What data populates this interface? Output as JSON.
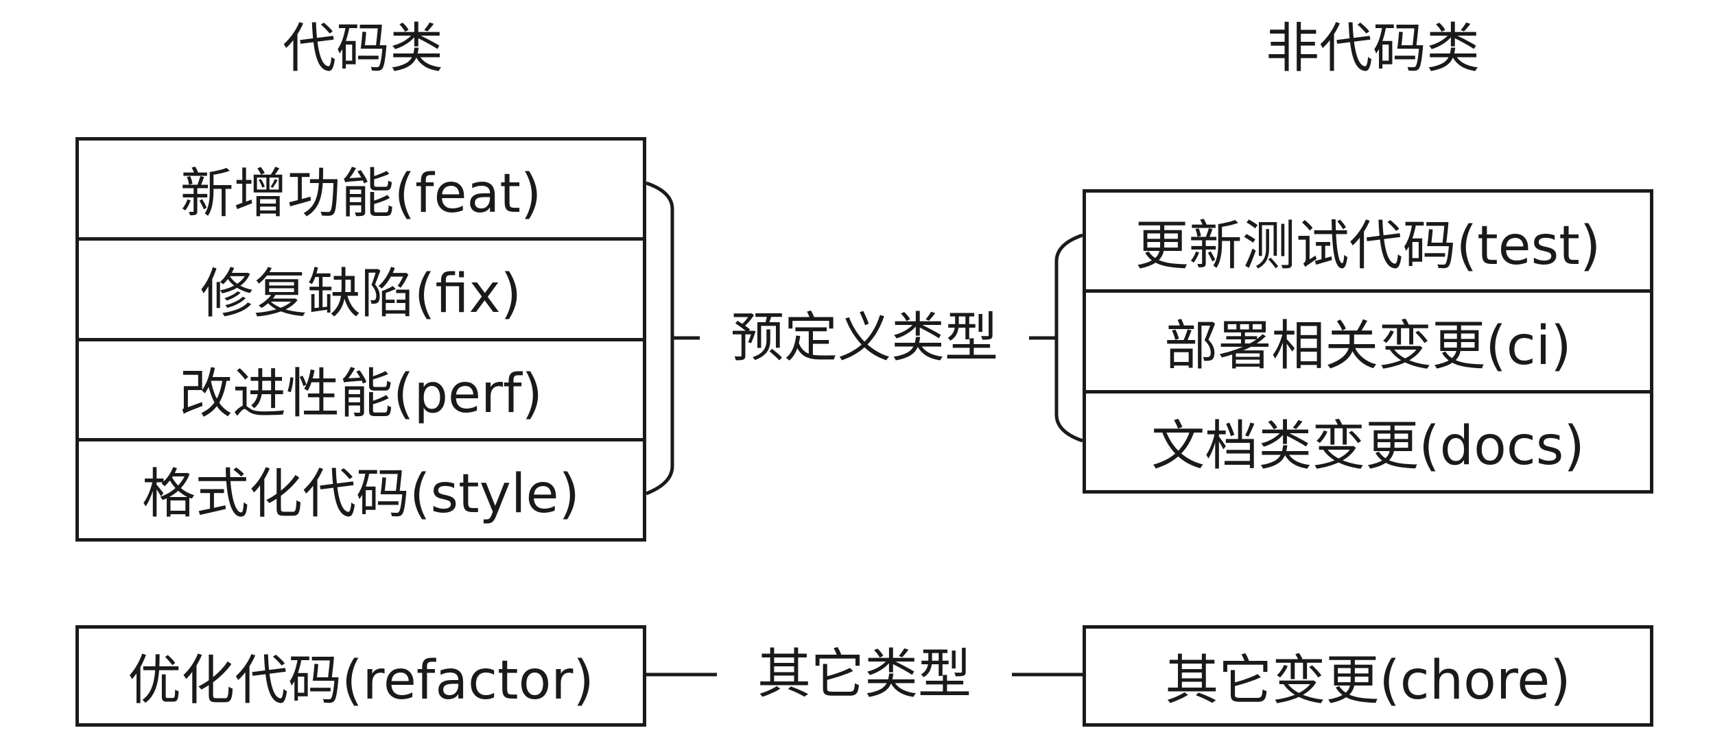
{
  "headings": {
    "code": "代码类",
    "non_code": "非代码类"
  },
  "center_labels": {
    "predefined": "预定义类型",
    "other": "其它类型"
  },
  "code_types": [
    {
      "label": "新增功能(feat)"
    },
    {
      "label": "修复缺陷(fix)"
    },
    {
      "label": "改进性能(perf)"
    },
    {
      "label": "格式化代码(style)"
    }
  ],
  "non_code_types": [
    {
      "label": "更新测试代码(test)"
    },
    {
      "label": "部署相关变更(ci)"
    },
    {
      "label": "文档类变更(docs)"
    }
  ],
  "other_code": {
    "label": "优化代码(refactor)"
  },
  "other_non_code": {
    "label": "其它变更(chore)"
  }
}
